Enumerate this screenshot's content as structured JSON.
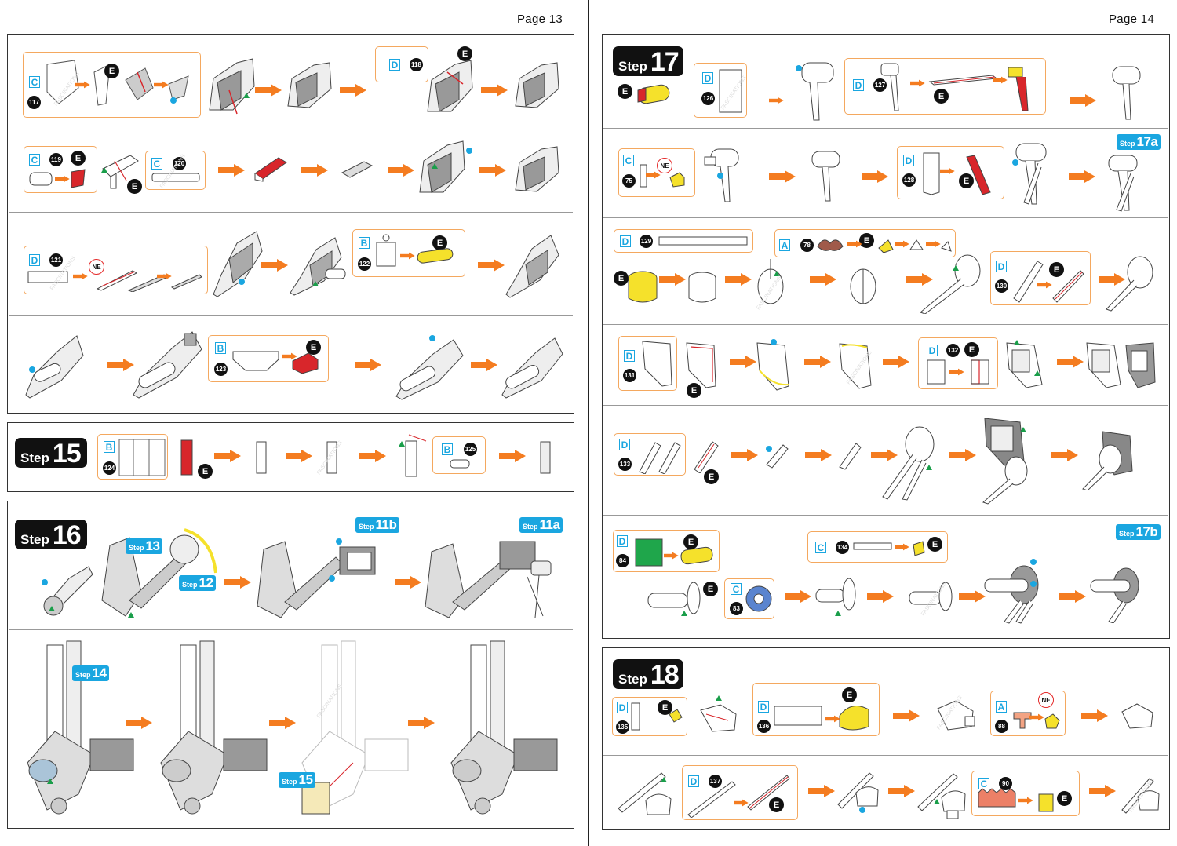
{
  "pages": {
    "left": "Page 13",
    "right": "Page 14"
  },
  "badges": {
    "step_word": "Step",
    "s15": "15",
    "s16": "16",
    "s17": "17",
    "s18": "18",
    "s13": "13",
    "s12": "12",
    "s11b": "11b",
    "s11a": "11a",
    "s14": "14",
    "s15b": "15",
    "s17a": "17a",
    "s17b": "17b"
  },
  "parts": {
    "p117": "117",
    "p118": "118",
    "p119": "119",
    "p120": "120",
    "p121": "121",
    "p122": "122",
    "p123": "123",
    "p124": "124",
    "p125": "125",
    "p126": "126",
    "p127": "127",
    "p75": "75",
    "p128": "128",
    "p129": "129",
    "p78": "78",
    "p130": "130",
    "p131": "131",
    "p132": "132",
    "p133": "133",
    "p84": "84",
    "p83": "83",
    "p134": "134",
    "p135": "135",
    "p136": "136",
    "p88": "88",
    "p137": "137",
    "p90": "90"
  },
  "sheets": {
    "A": "A",
    "B": "B",
    "C": "C",
    "D": "D"
  },
  "tool": "E",
  "no_glue": "NE",
  "watermark": "FASCINATIONS",
  "colors": {
    "arrow": "#f47c20",
    "accent_blue": "#1aa6e0",
    "box_border": "#f4a85f",
    "glue_red": "#d8262b",
    "yellow": "#f5e12b",
    "green_part": "#1fa64b",
    "tri_green": "#1a9e4a"
  }
}
